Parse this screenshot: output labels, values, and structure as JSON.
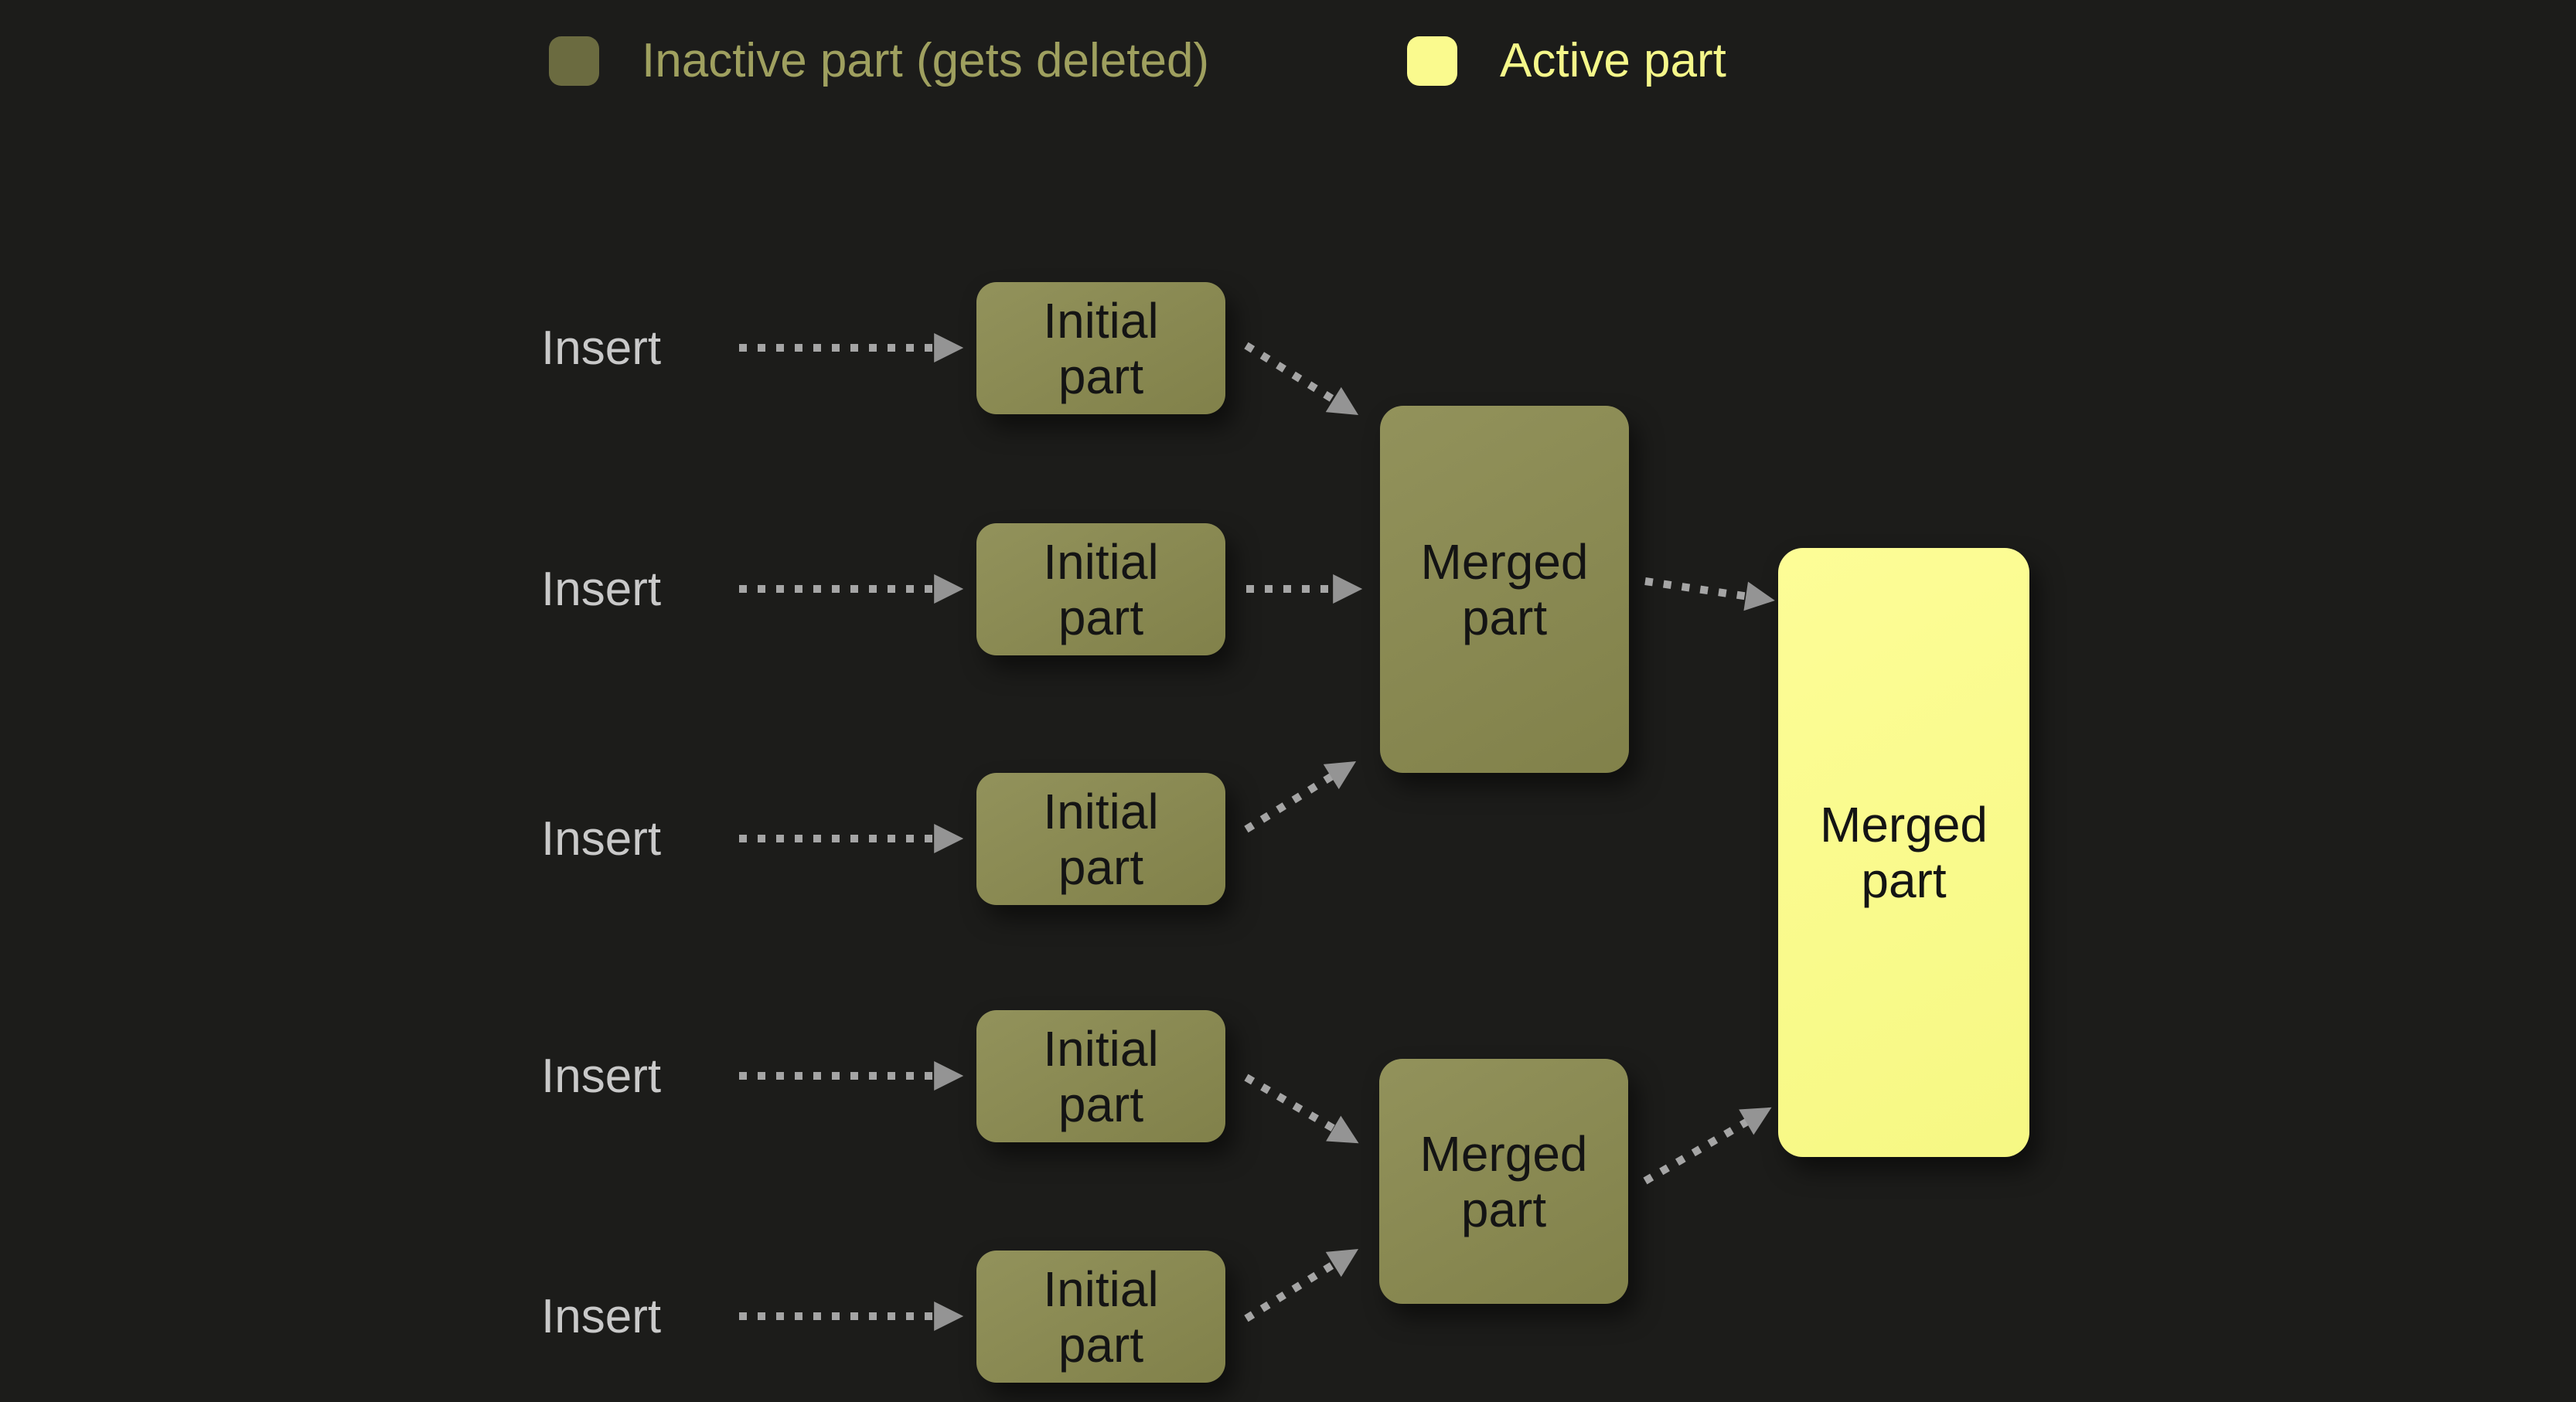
{
  "legend": {
    "inactive": {
      "label": "Inactive part (gets deleted)"
    },
    "active": {
      "label": "Active part"
    }
  },
  "diagram": {
    "rows": [
      {
        "insert": "Insert",
        "node": {
          "line1": "Initial",
          "line2": "part"
        }
      },
      {
        "insert": "Insert",
        "node": {
          "line1": "Initial",
          "line2": "part"
        }
      },
      {
        "insert": "Insert",
        "node": {
          "line1": "Initial",
          "line2": "part"
        }
      },
      {
        "insert": "Insert",
        "node": {
          "line1": "Initial",
          "line2": "part"
        }
      },
      {
        "insert": "Insert",
        "node": {
          "line1": "Initial",
          "line2": "part"
        }
      }
    ],
    "merged": [
      {
        "line1": "Merged",
        "line2": "part"
      },
      {
        "line1": "Merged",
        "line2": "part"
      }
    ],
    "active_node": {
      "line1": "Merged",
      "line2": "part"
    }
  },
  "colors": {
    "background": "#1c1c1a",
    "inactive_box": "#8a8a52",
    "inactive_swatch": "#6b6b40",
    "active_box": "#fafa8e",
    "inactive_text": "#9fa05f",
    "active_text": "#f5f78a",
    "insert_text": "#c9c9c9",
    "node_text": "#141414",
    "arrow": "#a5a5a5"
  }
}
